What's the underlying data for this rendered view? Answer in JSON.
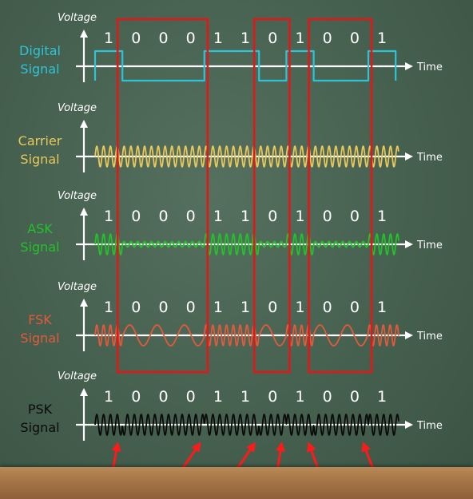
{
  "axis": {
    "voltage_label": "Voltage",
    "time_label": "Time"
  },
  "bits": [
    "1",
    "0",
    "0",
    "0",
    "1",
    "1",
    "0",
    "1",
    "0",
    "0",
    "1"
  ],
  "rows": [
    {
      "id": "digital",
      "title_line1": "Digital",
      "title_line2": "Signal",
      "color": "#2ec4d8",
      "show_bits": true
    },
    {
      "id": "carrier",
      "title_line1": "Carrier",
      "title_line2": "Signal",
      "color": "#e8c85a",
      "show_bits": false
    },
    {
      "id": "ask",
      "title_line1": "ASK",
      "title_line2": "Signal",
      "color": "#22c22a",
      "show_bits": true
    },
    {
      "id": "fsk",
      "title_line1": "FSK",
      "title_line2": "Signal",
      "color": "#e25a3c",
      "show_bits": true
    },
    {
      "id": "psk",
      "title_line1": "PSK",
      "title_line2": "Signal",
      "color": "#0a0a0a",
      "show_bits": true
    }
  ],
  "highlight_color": "#e01818",
  "highlights": [
    {
      "from_bit": 1,
      "to_bit": 3
    },
    {
      "from_bit": 6,
      "to_bit": 6
    },
    {
      "from_bit": 8,
      "to_bit": 9
    }
  ],
  "phase_change_markers": [
    {
      "boundary": 1
    },
    {
      "boundary": 4
    },
    {
      "boundary": 6
    },
    {
      "boundary": 7
    },
    {
      "boundary": 8
    },
    {
      "boundary": 10
    }
  ]
}
